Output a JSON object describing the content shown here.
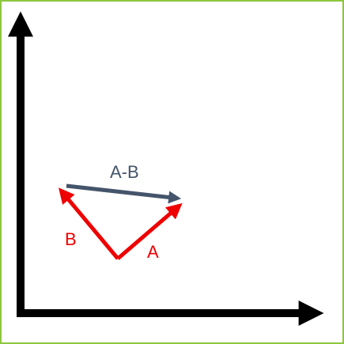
{
  "diagram": {
    "vectors": {
      "a": {
        "label": "A",
        "color": "#ee0000"
      },
      "b": {
        "label": "B",
        "color": "#ee0000"
      },
      "a_minus_b": {
        "label": "A-B",
        "color": "#44546a"
      }
    },
    "axes": {
      "color": "#000000"
    },
    "frame": {
      "border_color": "#8cc63f"
    }
  }
}
